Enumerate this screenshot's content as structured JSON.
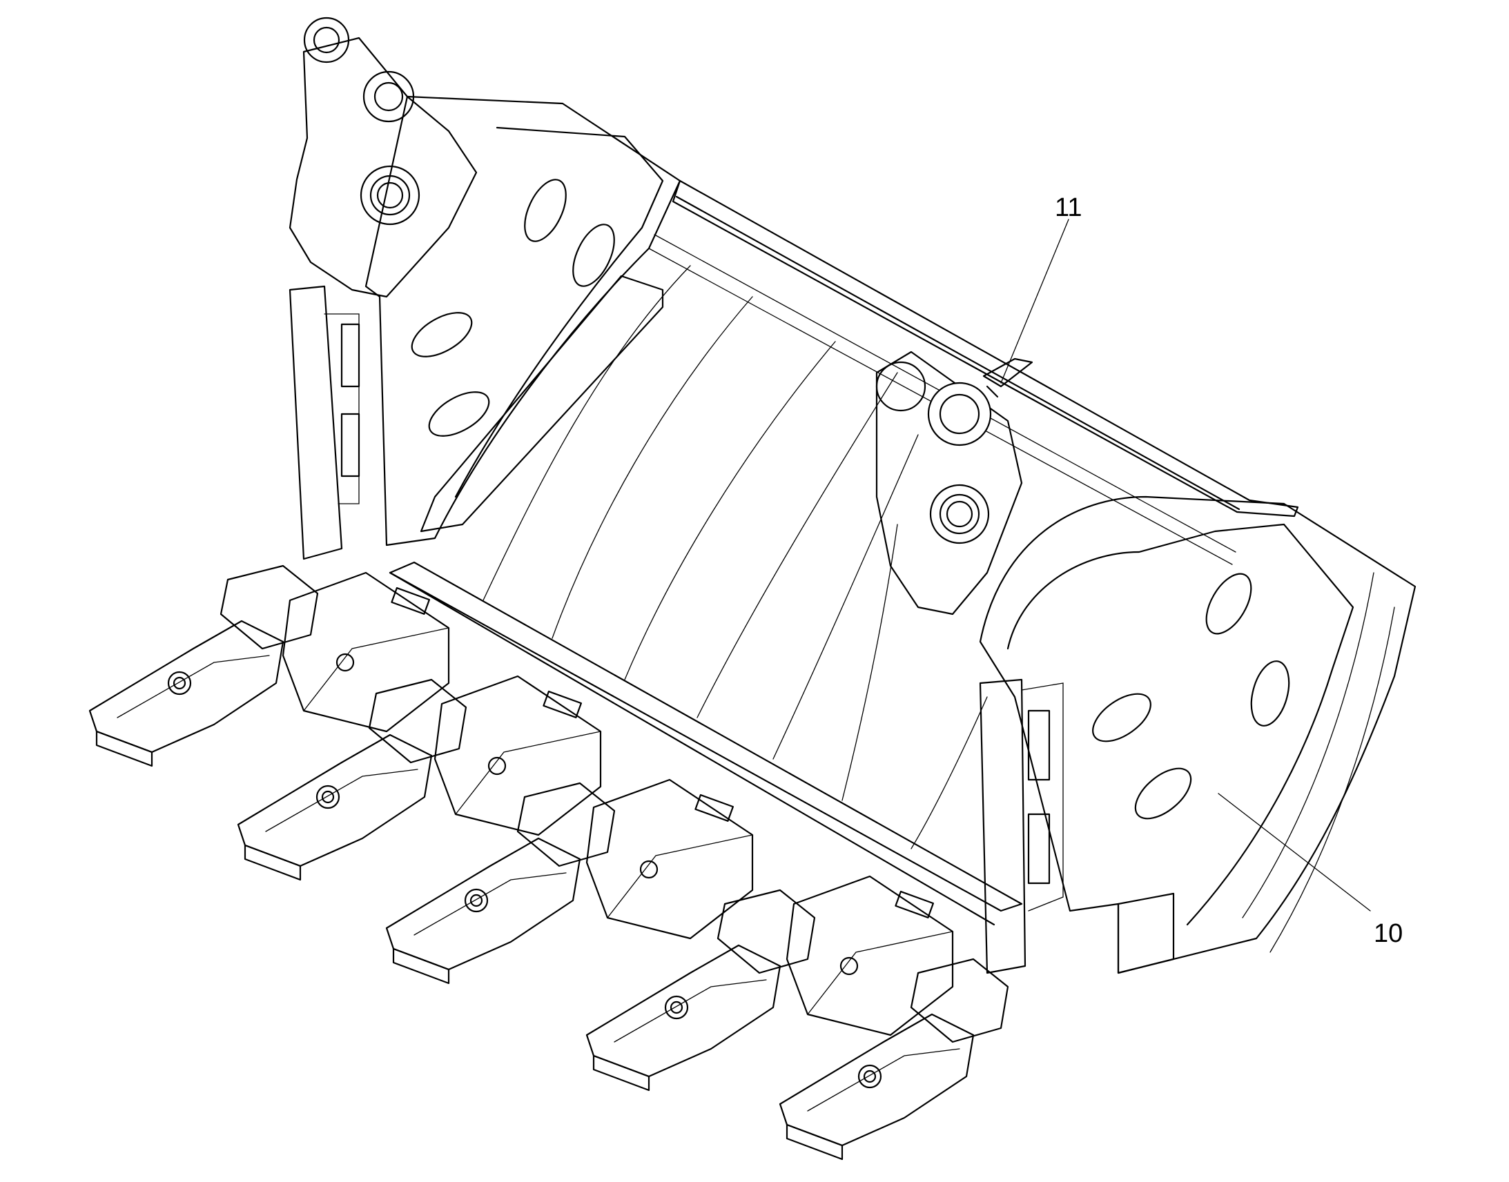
{
  "callouts": [
    {
      "id": "callout-11",
      "label": "11"
    },
    {
      "id": "callout-10",
      "label": "10"
    }
  ]
}
